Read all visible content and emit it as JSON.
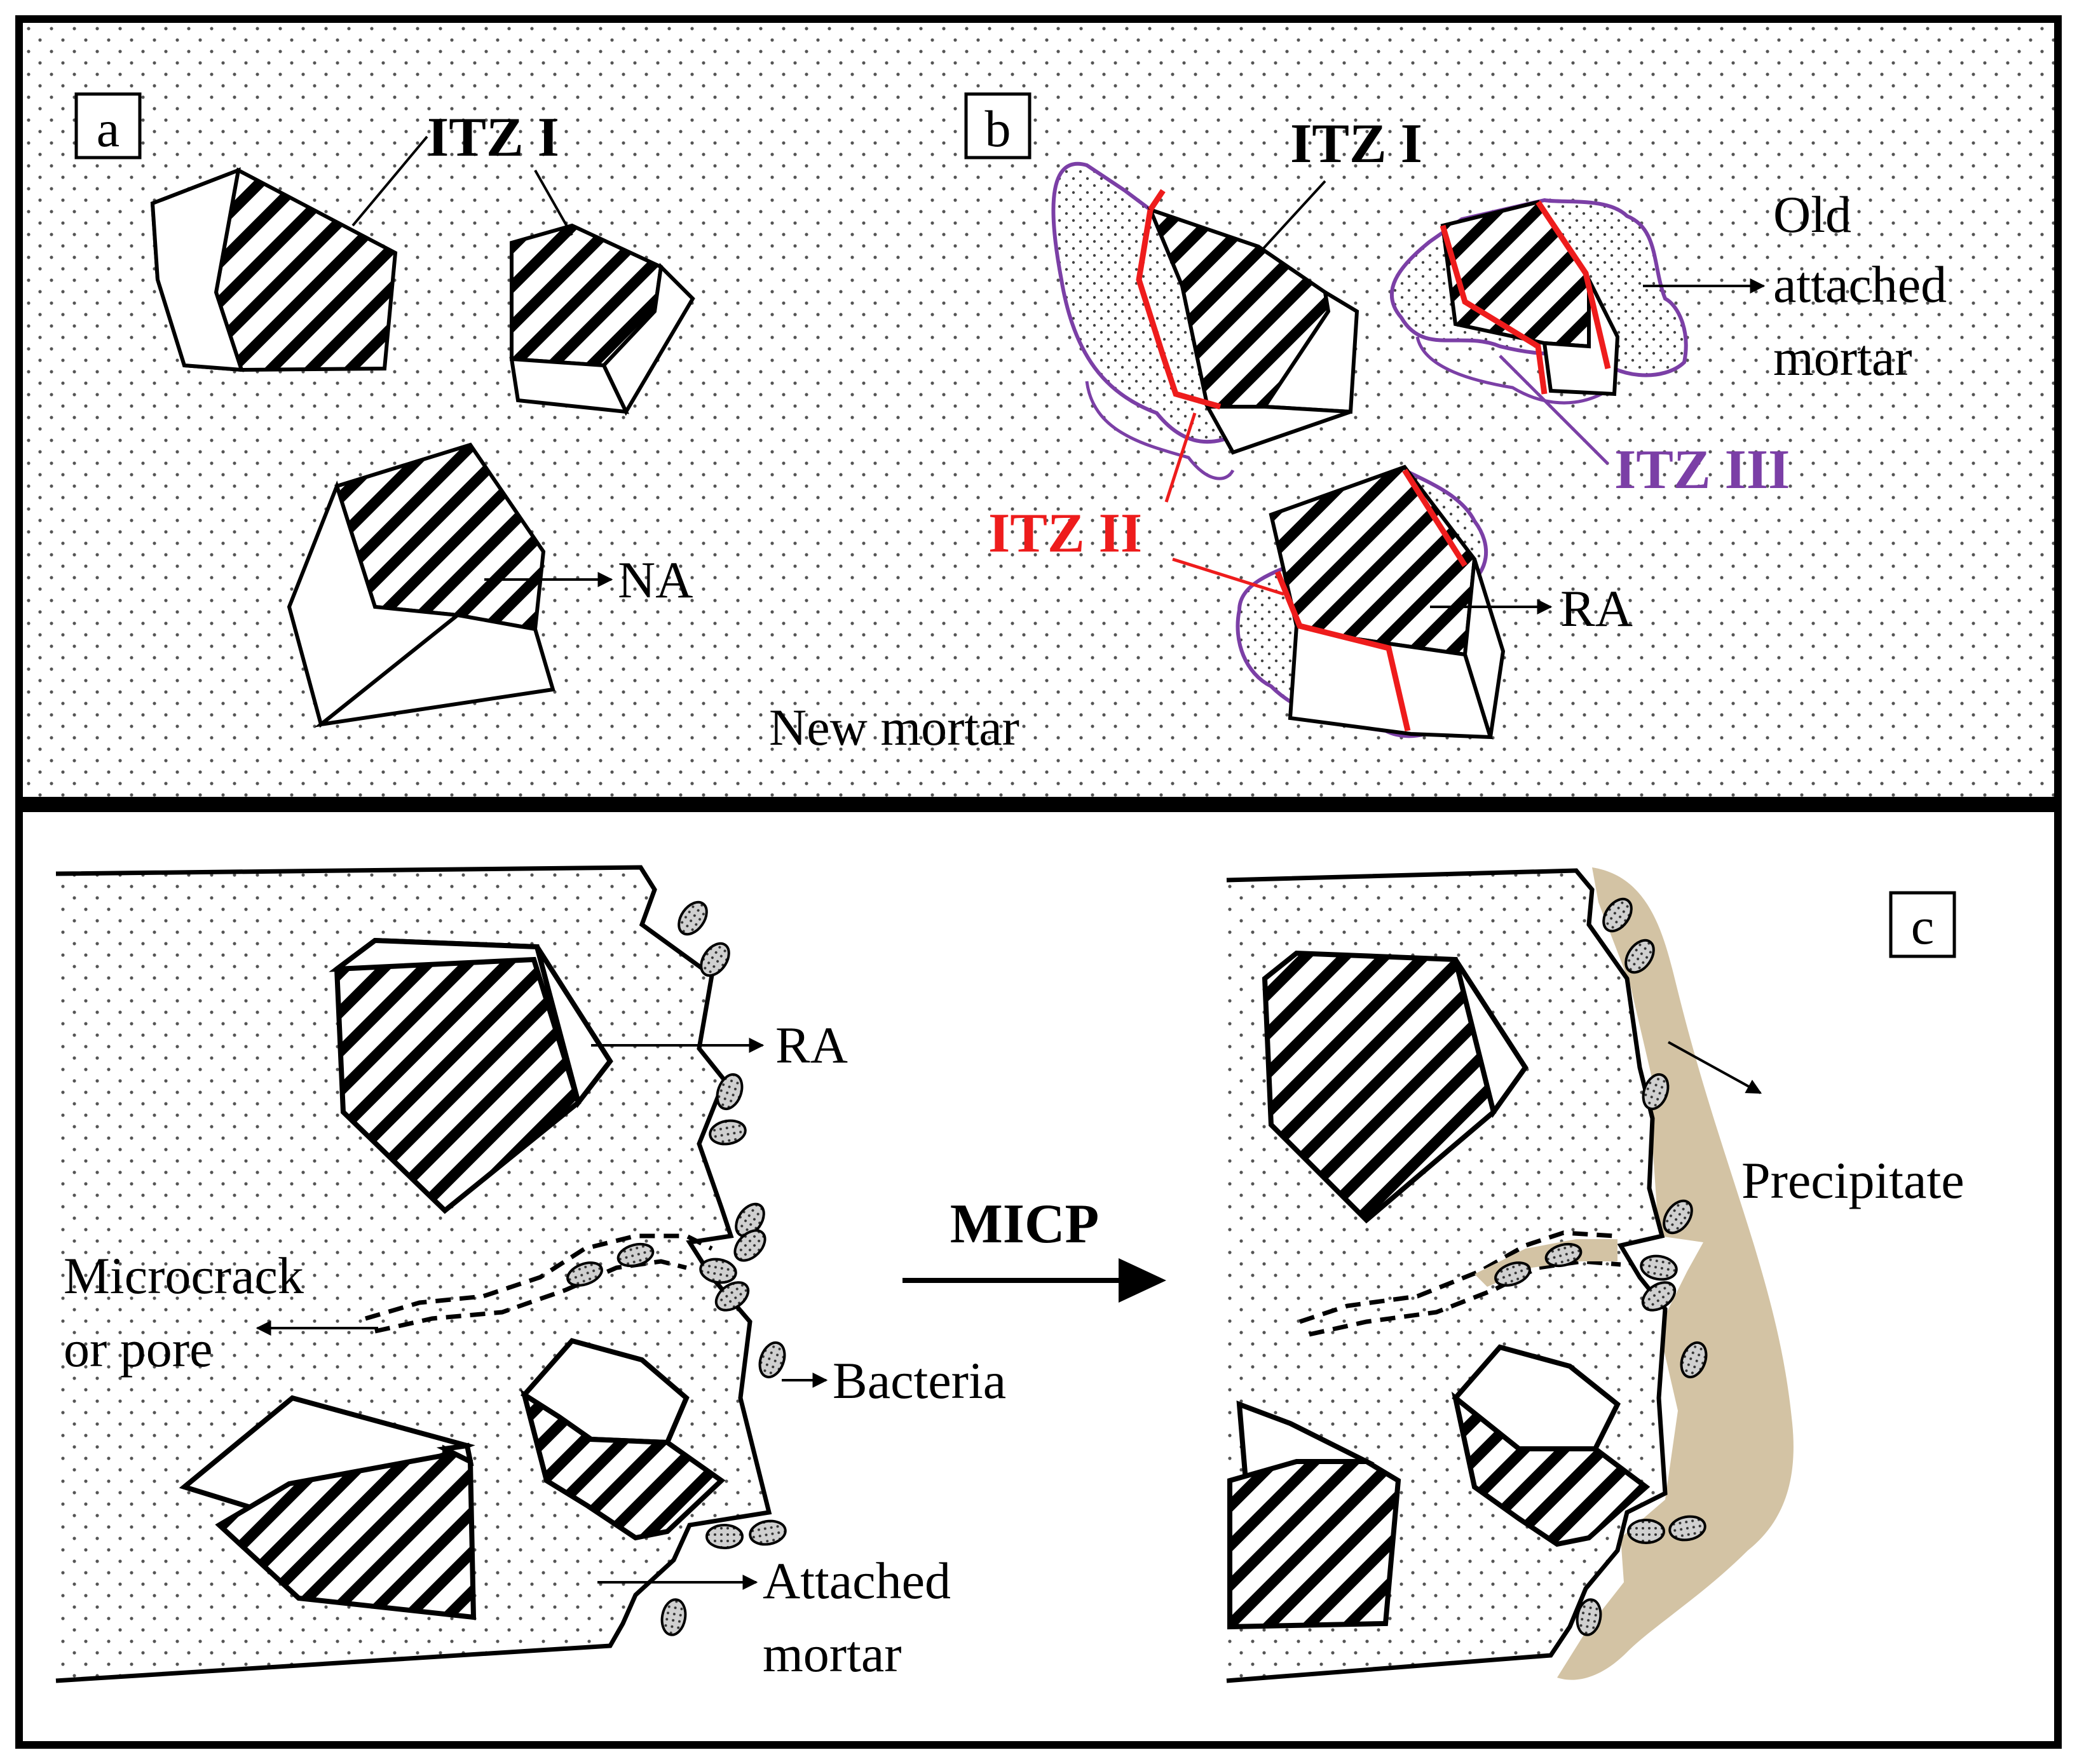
{
  "panels": {
    "a": {
      "tag": "a",
      "itz_label": "ITZ I",
      "aggregate_label": "NA"
    },
    "b": {
      "tag": "b",
      "itz1_label": "ITZ I",
      "itz2_label": "ITZ II",
      "itz3_label": "ITZ III",
      "old_mortar_label": [
        "Old",
        "attached",
        "mortar"
      ],
      "aggregate_label": "RA",
      "matrix_label": "New mortar"
    },
    "c": {
      "tag": "c",
      "aggregate_label": "RA",
      "microcrack_label": [
        "Microcrack",
        "or pore"
      ],
      "bacteria_label": "Bacteria",
      "attached_mortar_label": [
        "Attached",
        "mortar"
      ],
      "process_label": "MICP",
      "precipitate_label": "Precipitate"
    }
  },
  "colors": {
    "itz2": "#ee1c1c",
    "itz3": "#7b3fa6",
    "precipitate": "#d3c3a4",
    "bacteria_fill": "#b8b8b8",
    "ink": "#000000"
  }
}
